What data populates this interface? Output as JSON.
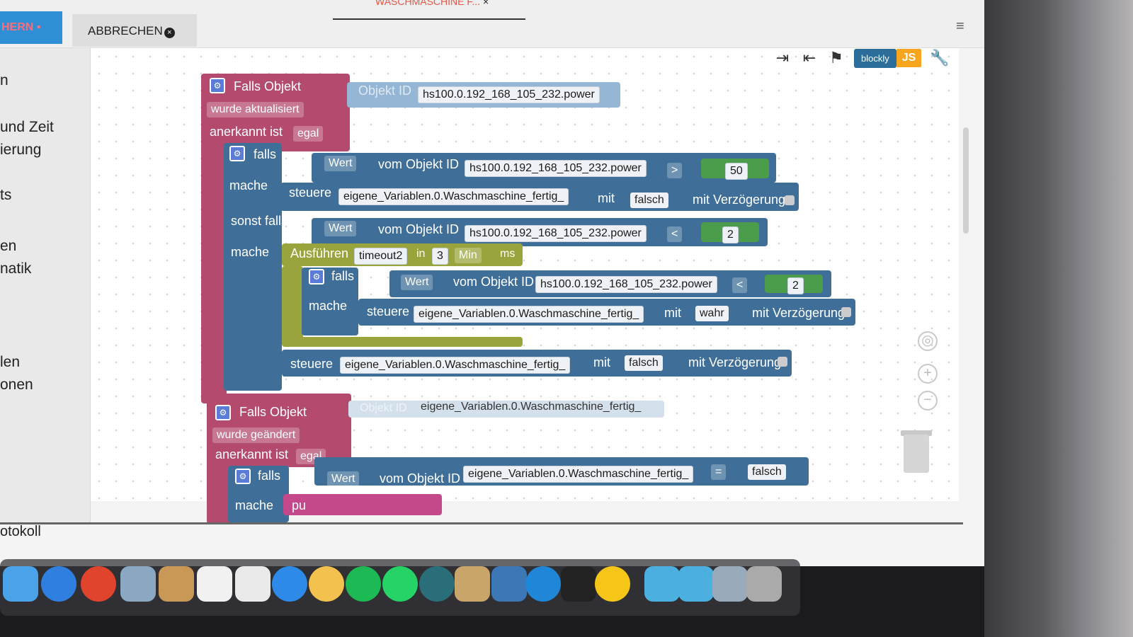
{
  "topbar": {
    "save_label": "HERN",
    "cancel_label": "ABBRECHEN",
    "tab_title": "WASCHMASCHINE F..."
  },
  "sidebar": {
    "items": [
      "n",
      "und Zeit",
      "ierung",
      "ts",
      "en",
      "natik",
      "len",
      "onen"
    ]
  },
  "footer": {
    "protokoll": "otokoll"
  },
  "toolbar": {
    "blockly": "blockly",
    "js": "JS"
  },
  "blocks": {
    "b1": {
      "falls_objekt": "Falls Objekt",
      "objekt_id_label": "Objekt ID",
      "objekt_id": "hs100.0.192_168_105_232.power",
      "trigger": "wurde aktualisiert",
      "anerkannt": "anerkannt ist",
      "anerkannt_val": "egal",
      "falls": "falls",
      "wert": "Wert",
      "vom_objekt": "vom Objekt ID",
      "cond1_id": "hs100.0.192_168_105_232.power",
      "op1": ">",
      "val1": "50",
      "mache": "mache",
      "steuere": "steuere",
      "var": "eigene_Variablen.0.Waschmaschine_fertig_",
      "mit": "mit",
      "falsch": "falsch",
      "wahr": "wahr",
      "mit_verz": "mit Verzögerung",
      "sonst_falls": "sonst falls",
      "cond2_id": "hs100.0.192_168_105_232.power",
      "op2": "<",
      "val2": "2",
      "ausfuehren": "Ausführen",
      "timeout": "timeout2",
      "in": "in",
      "time": "3",
      "unit": "Min",
      "ms": "ms",
      "inner_falls": "falls",
      "cond3_id": "hs100.0.192_168_105_232.power",
      "op3": "<",
      "val3": "2"
    },
    "b2": {
      "falls_objekt": "Falls Objekt",
      "objekt_id_label": "Objekt ID",
      "objekt_id": "eigene_Variablen.0.Waschmaschine_fertig_",
      "trigger": "wurde geändert",
      "anerkannt": "anerkannt ist",
      "anerkannt_val": "egal",
      "falls": "falls",
      "wert": "Wert",
      "vom_objekt": "vom Objekt ID",
      "cond_id": "eigene_Variablen.0.Waschmaschine_fertig_",
      "op": "=",
      "val": "falsch",
      "mache": "mache",
      "pushover": "pu"
    }
  }
}
